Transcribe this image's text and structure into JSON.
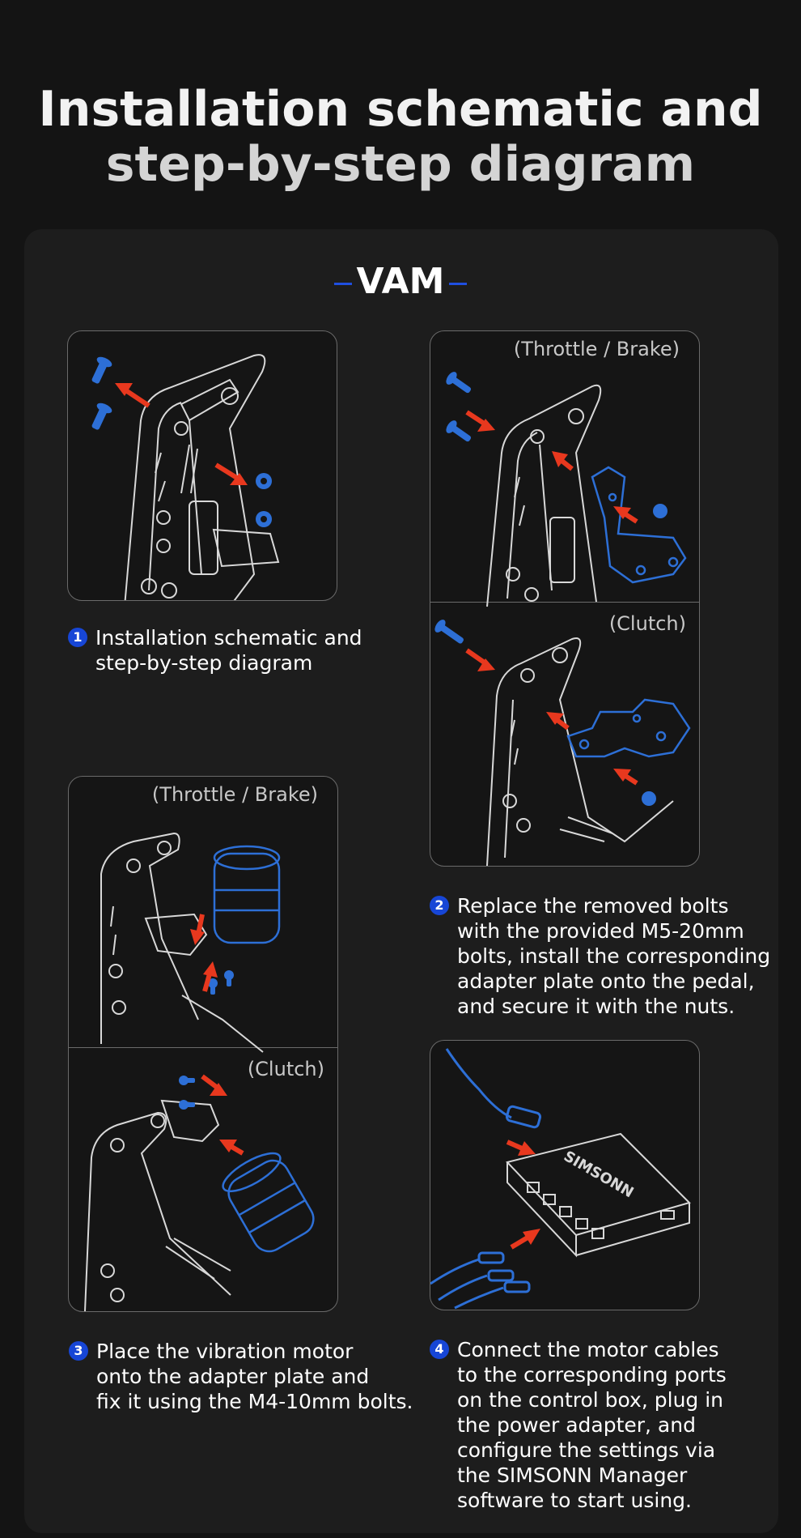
{
  "header": {
    "title_line1": "Installation schematic and",
    "title_line2": "step-by-step diagram"
  },
  "section": {
    "name": "VAM"
  },
  "panels": {
    "step2_top_label": "(Throttle / Brake)",
    "step2_bottom_label": "(Clutch)",
    "step3_top_label": "(Throttle / Brake)",
    "step3_bottom_label": "(Clutch)",
    "control_box_brand": "SIMSONN"
  },
  "steps": [
    {
      "number": "1",
      "lines": [
        "Installation schematic and",
        "step-by-step diagram"
      ]
    },
    {
      "number": "2",
      "lines": [
        "Replace the removed bolts",
        "with the provided M5-20mm",
        "bolts, install the corresponding",
        "adapter plate onto the pedal,",
        "and secure it with the nuts."
      ]
    },
    {
      "number": "3",
      "lines": [
        "Place the vibration motor",
        "onto the adapter plate and",
        "fix it using the M4-10mm bolts."
      ]
    },
    {
      "number": "4",
      "lines": [
        "Connect the motor cables",
        "to the corresponding ports",
        "on the control box, plug in",
        "the power adapter, and",
        "configure the settings via",
        "the SIMSONN Manager",
        "software to start using."
      ]
    }
  ],
  "colors": {
    "accent_blue": "#1f4fe0",
    "arrow_red": "#e8381e",
    "part_blue": "#2d6fd6",
    "line_art": "#d8d8d8"
  }
}
